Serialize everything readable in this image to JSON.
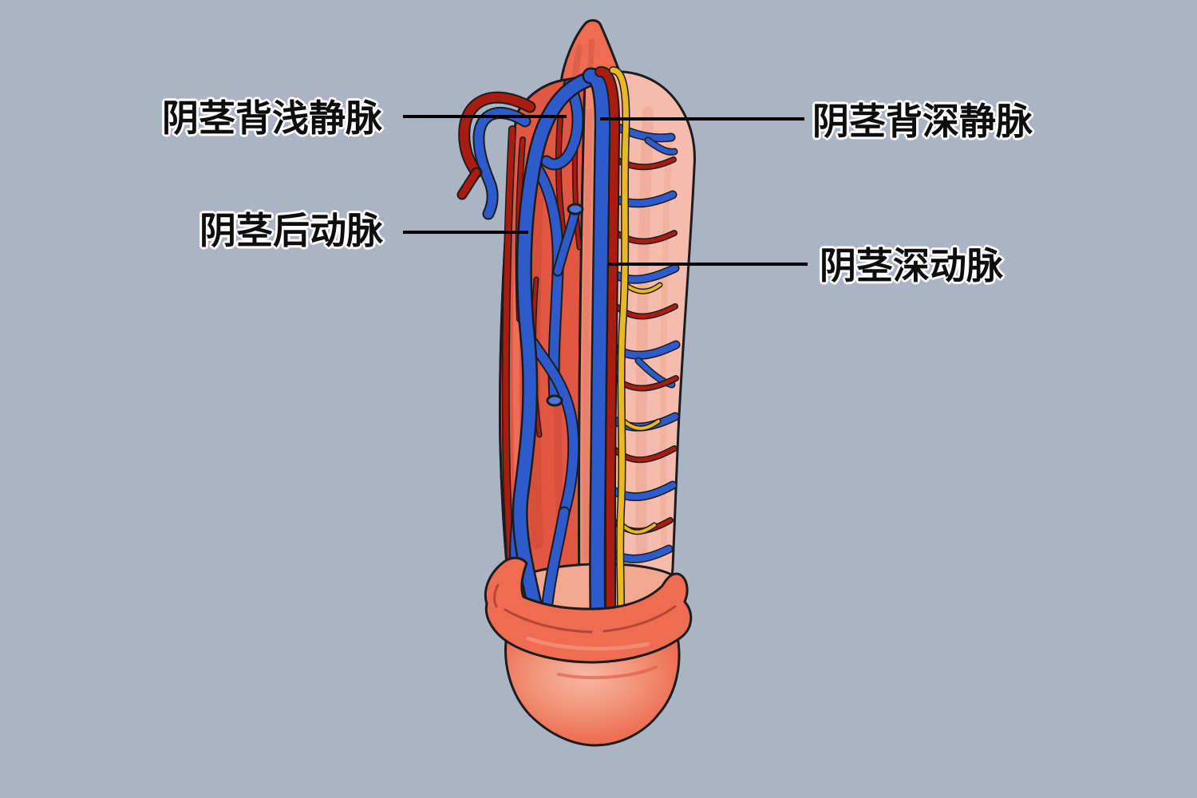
{
  "diagram": {
    "labels": [
      {
        "id": "superficial-dorsal-vein",
        "text": "阴茎背浅静脉",
        "side": "left"
      },
      {
        "id": "deep-dorsal-vein",
        "text": "阴茎背深静脉",
        "side": "right"
      },
      {
        "id": "posterior-artery",
        "text": "阴茎后动脉",
        "side": "left"
      },
      {
        "id": "deep-artery",
        "text": "阴茎深动脉",
        "side": "right"
      }
    ]
  },
  "colors": {
    "background": "#aab4c4",
    "vein_blue": "#2e5bcb",
    "artery_red": "#a81d10",
    "nerve_yellow": "#e9b822",
    "tissue_deep": "#e25743",
    "tissue_mid": "#ef8b74",
    "tissue_light": "#f5bcae",
    "glans": "#ee7055",
    "outline": "#1c1c1c",
    "label_text": "#0d0d0d",
    "leader_line": "#000000"
  }
}
